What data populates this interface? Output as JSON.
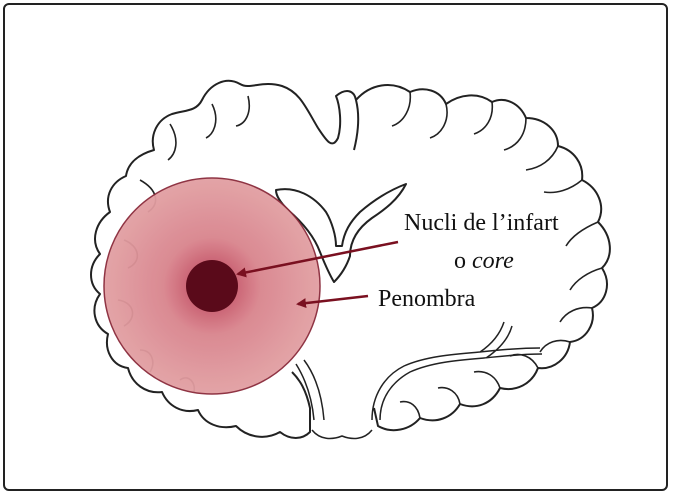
{
  "labels": {
    "core_line1": "Nucli de l’infart",
    "core_line2_prefix": "o ",
    "core_line2_italic": "core",
    "penumbra": "Penombra"
  },
  "colors": {
    "penumbra_outer": "#e2a0a3",
    "penumbra_inner": "#c04a62",
    "core": "#5a0a1a",
    "arrow": "#7a1020",
    "outline": "#222222"
  }
}
